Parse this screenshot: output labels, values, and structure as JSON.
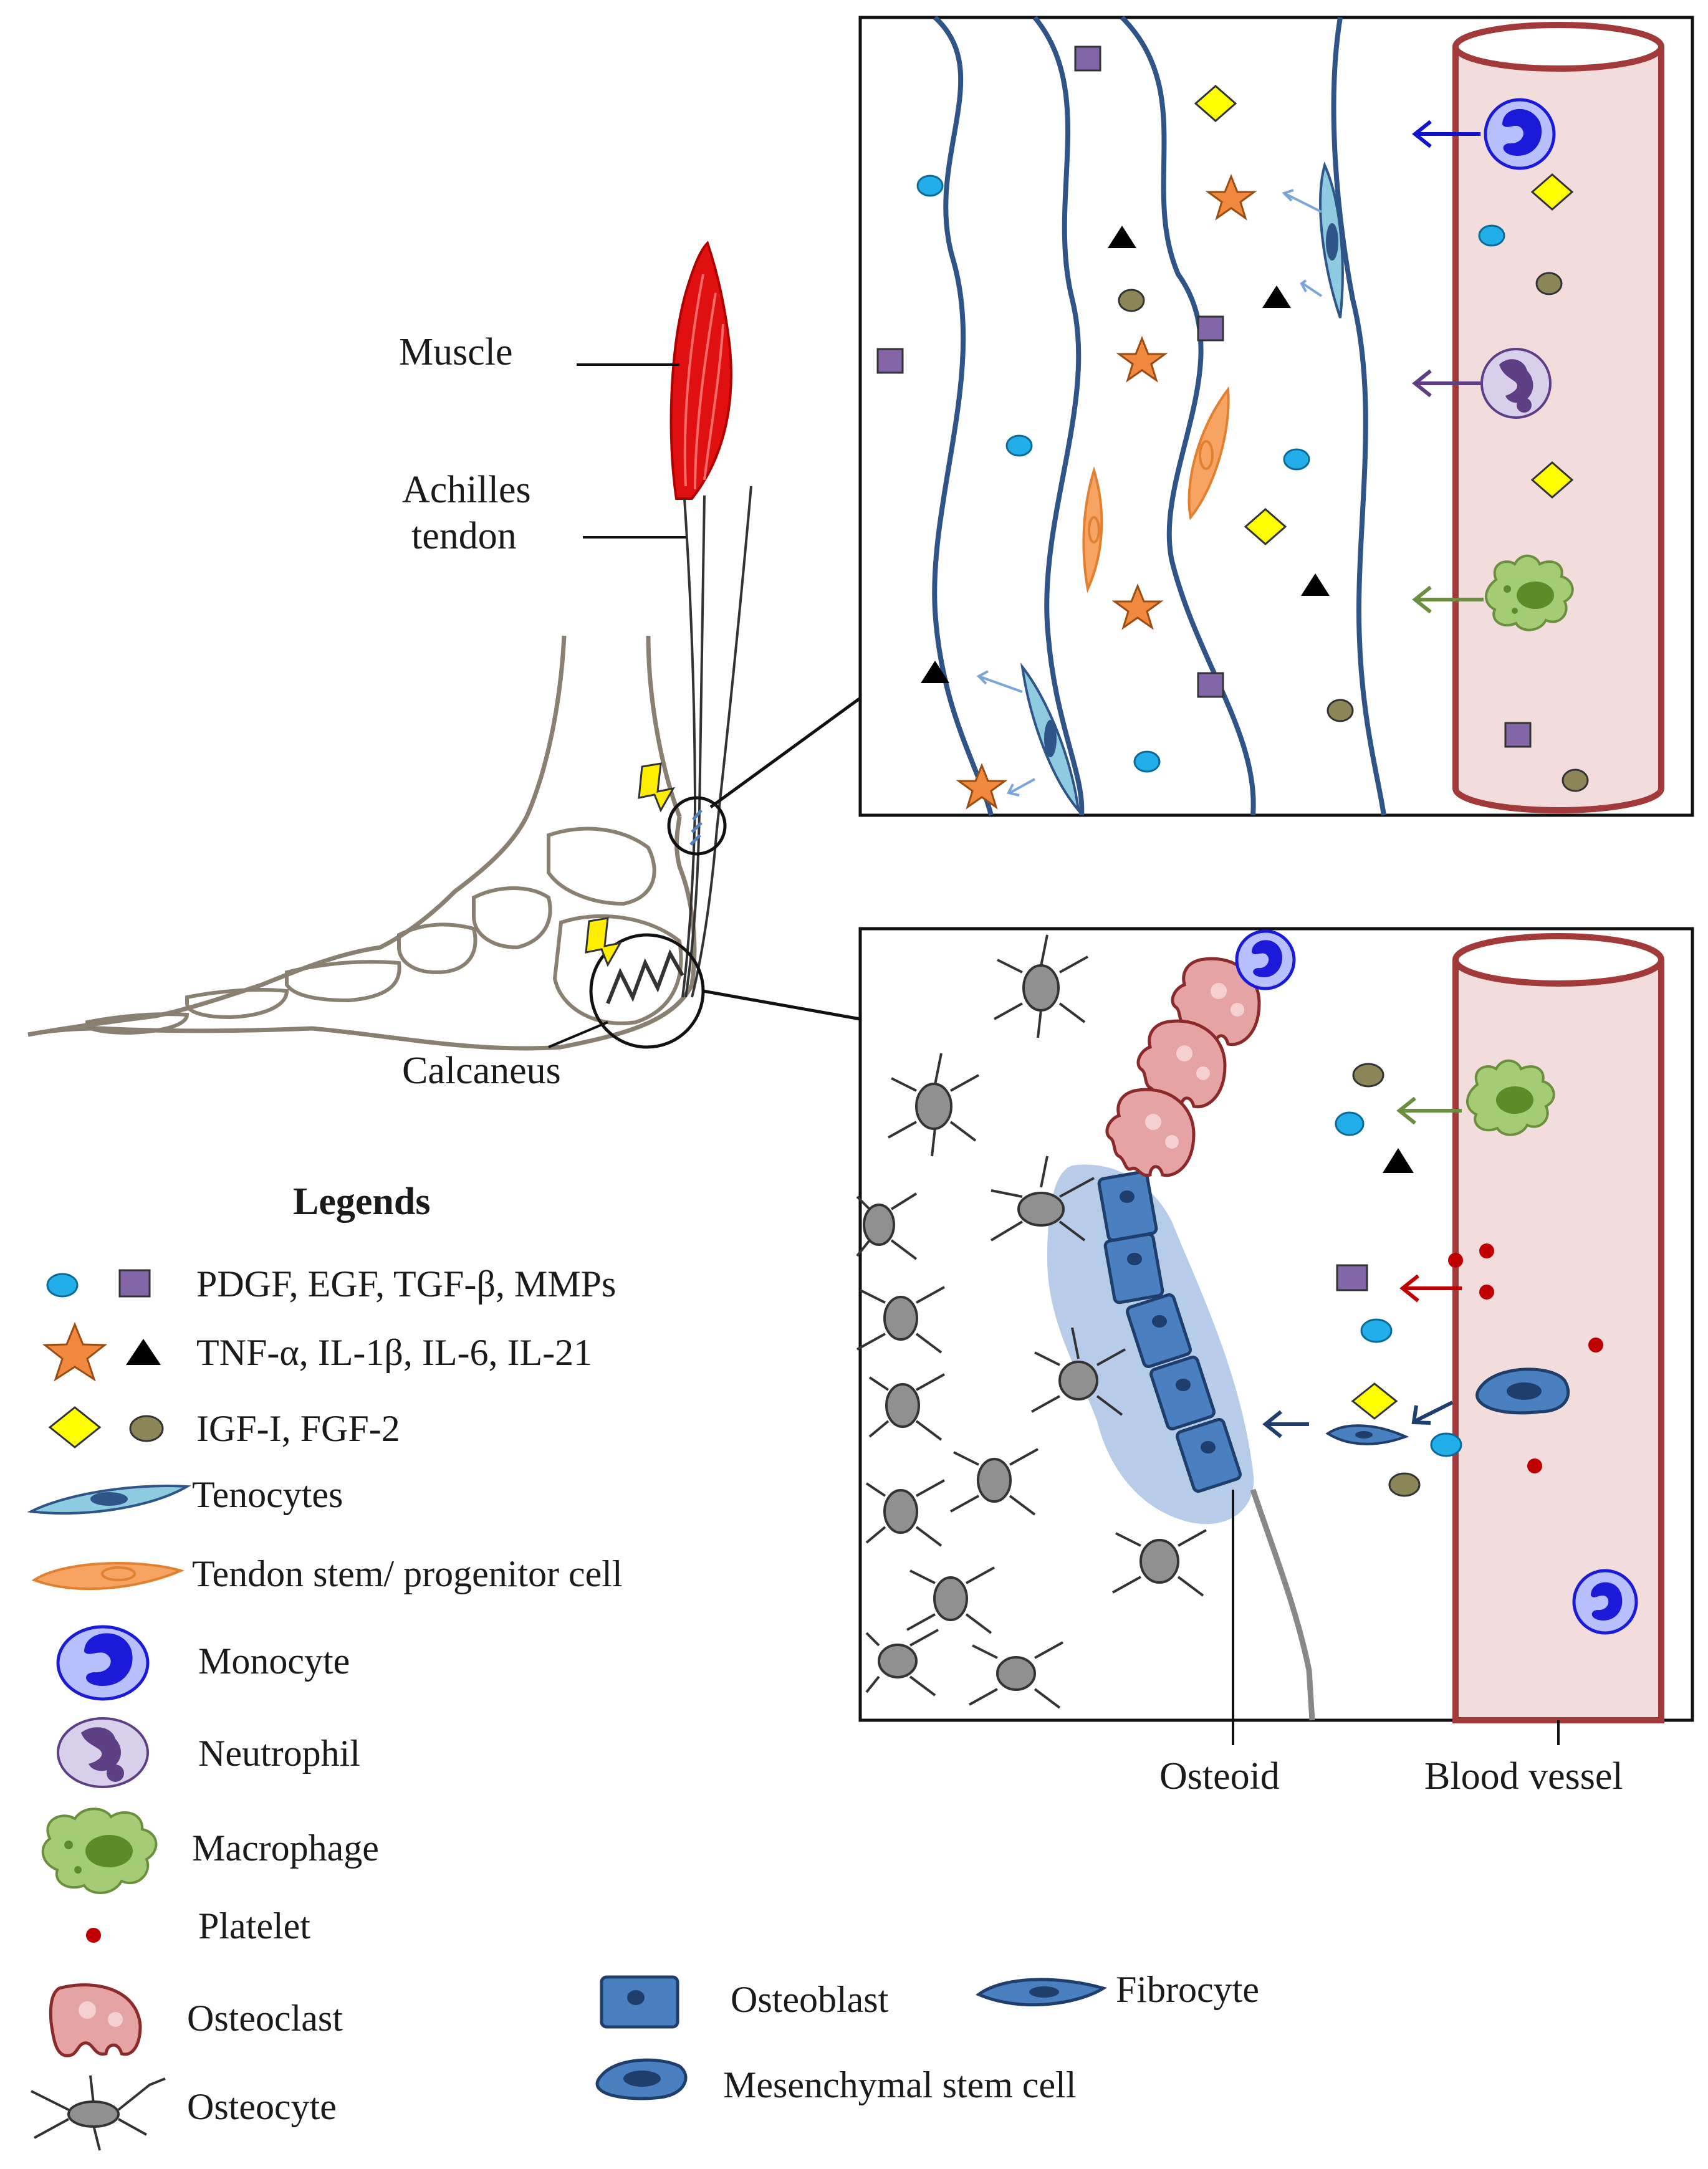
{
  "anatomy": {
    "muscle": "Muscle",
    "achilles_line1": "Achilles",
    "achilles_line2": "tendon",
    "calcaneus": "Calcaneus"
  },
  "bottom_panel": {
    "osteoid": "Osteoid",
    "blood_vessel": "Blood vessel"
  },
  "legend": {
    "title": "Legends",
    "growth_factors": "PDGF, EGF, TGF-β, MMPs",
    "cytokines": "TNF-α, IL-1β, IL-6, IL-21",
    "igf": "IGF-I, FGF-2",
    "tenocytes": "Tenocytes",
    "tspc": "Tendon stem/ progenitor cell",
    "monocyte": "Monocyte",
    "neutrophil": "Neutrophil",
    "macrophage": "Macrophage",
    "platelet": "Platelet",
    "osteoclast": "Osteoclast",
    "osteocyte": "Osteocyte",
    "osteoblast": "Osteoblast",
    "fibrocyte": "Fibrocyte",
    "msc": "Mesenchymal stem cell"
  },
  "colors": {
    "fiber": "#2f5488",
    "vessel_fill": "#f3dcdc",
    "vessel_stroke": "#a23a3a",
    "muscle": "#e01010",
    "cyan_dot": "#22aee8",
    "purple_square": "#8366a8",
    "star": "#f0883e",
    "yellow_diamond": "#ffff00",
    "olive_dot": "#8c8557",
    "tenocyte": "#8ecbe0",
    "tspc": "#f7a463",
    "monocyte": "#1a1ad8",
    "neutrophil": "#5e3f86",
    "macrophage": "#a3cc74",
    "platelet": "#c00000",
    "osteoclast": "#e6a3a3",
    "osteoblast": "#4a7fc0",
    "osteocyte": "#909090",
    "lightning": "#ffee00"
  }
}
